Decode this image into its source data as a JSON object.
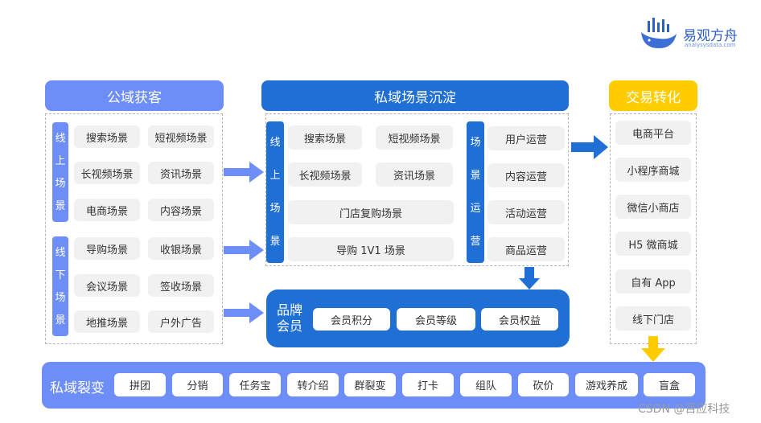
{
  "logo": {
    "name": "易观方舟",
    "sub": "analysysdata.com"
  },
  "public": {
    "title": "公域获客",
    "online_label": "线上场景",
    "offline_label": "线下场景",
    "online_items": [
      "搜索场景",
      "短视频场景",
      "长视频场景",
      "资讯场景",
      "电商场景",
      "内容场景"
    ],
    "offline_items": [
      "导购场景",
      "收银场景",
      "会议场景",
      "签收场景",
      "地推场景",
      "户外广告"
    ]
  },
  "private": {
    "title": "私域场景沉淀",
    "online_label": "线上场景",
    "items": [
      "搜索场景",
      "短视频场景",
      "长视频场景",
      "资讯场景"
    ],
    "wide_items": [
      "门店复购场景",
      "导购 1V1 场景"
    ],
    "ops_label": "场景运营",
    "ops_items": [
      "用户运营",
      "内容运营",
      "活动运营",
      "商品运营"
    ]
  },
  "member": {
    "title_lines": [
      "品牌",
      "会员"
    ],
    "items": [
      "会员积分",
      "会员等级",
      "会员权益"
    ]
  },
  "trade": {
    "title": "交易转化",
    "items": [
      "电商平台",
      "小程序商城",
      "微信小商店",
      "H5 微商城",
      "自有 App",
      "线下门店"
    ]
  },
  "fission": {
    "title": "私域裂变",
    "items": [
      "拼团",
      "分销",
      "任务宝",
      "转介绍",
      "群裂变",
      "打卡",
      "组队",
      "砍价",
      "游戏养成",
      "盲盒"
    ]
  },
  "watermark": "CSDN @百应科技",
  "colors": {
    "light_blue": "#6e8ef7",
    "dark_blue": "#1f6fd4",
    "yellow": "#ffcc00",
    "arrow_blue": "#6e8ef7",
    "arrow_dark": "#1f6fd4"
  }
}
